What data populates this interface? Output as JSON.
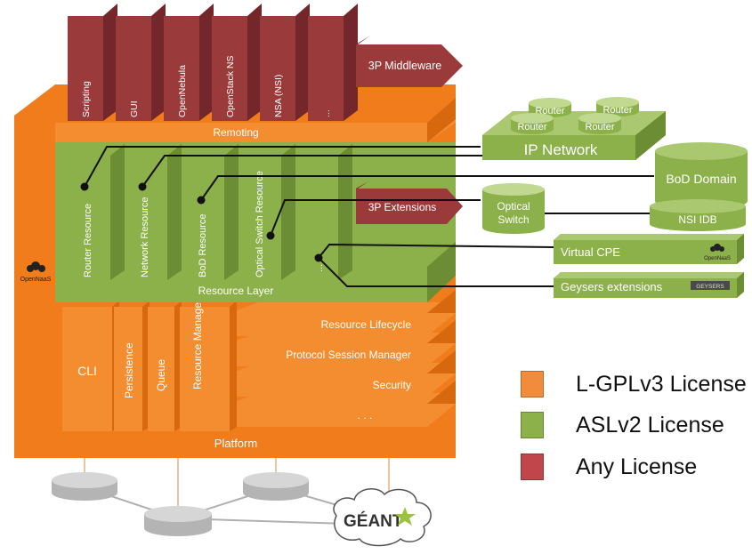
{
  "colors": {
    "orange": "#f07c1c",
    "orange_dark": "#c85f0a",
    "orange_light": "#f6a45a",
    "green": "#8cb04a",
    "green_dark": "#6c8d33",
    "green_light": "#a9c870",
    "red": "#9b3a3a",
    "red_dark": "#74272a",
    "gray": "#c8c8c8",
    "gray_dark": "#a8a8a8"
  },
  "middleware": {
    "modules": [
      "Scripting",
      "GUI",
      "OpenNebula",
      "OpenStack NS",
      "NSA (NSI)",
      "..."
    ],
    "arrow_label": "3P Middleware",
    "remoting_label": "Remoting"
  },
  "resource_layer": {
    "modules": [
      "Router Resource",
      "Network Resource",
      "BoD Resource",
      "Optical Switch Resource",
      "..."
    ],
    "label": "Resource Layer",
    "extensions_label": "3P Extensions"
  },
  "platform": {
    "modules": [
      "CLI",
      "Persistence",
      "Queue",
      "Resource Manager"
    ],
    "stack": [
      "Resource Lifecycle",
      "Protocol Session Manager",
      "Security",
      ". . ."
    ],
    "label": "Platform",
    "logo": "OpenNaaS"
  },
  "external": {
    "ip_network": {
      "label": "IP Network",
      "routers": [
        "Router",
        "Router",
        "Router",
        "Router"
      ]
    },
    "bod_domain": {
      "label": "BoD Domain",
      "idb_label": "NSI IDB"
    },
    "optical_switch": {
      "label_line1": "Optical",
      "label_line2": "Switch"
    },
    "virtual_cpe": {
      "label": "Virtual CPE",
      "logo": "OpenNaaS"
    },
    "geysers": {
      "label": "Geysers extensions",
      "logo": "GEYSERS"
    }
  },
  "network": {
    "geant_label": "GÉANT"
  },
  "legend": [
    {
      "label": "L-GPLv3 License",
      "color": "#f08c3c"
    },
    {
      "label": "ASLv2 License",
      "color": "#8cb04a"
    },
    {
      "label": "Any License",
      "color": "#c0464b"
    }
  ]
}
